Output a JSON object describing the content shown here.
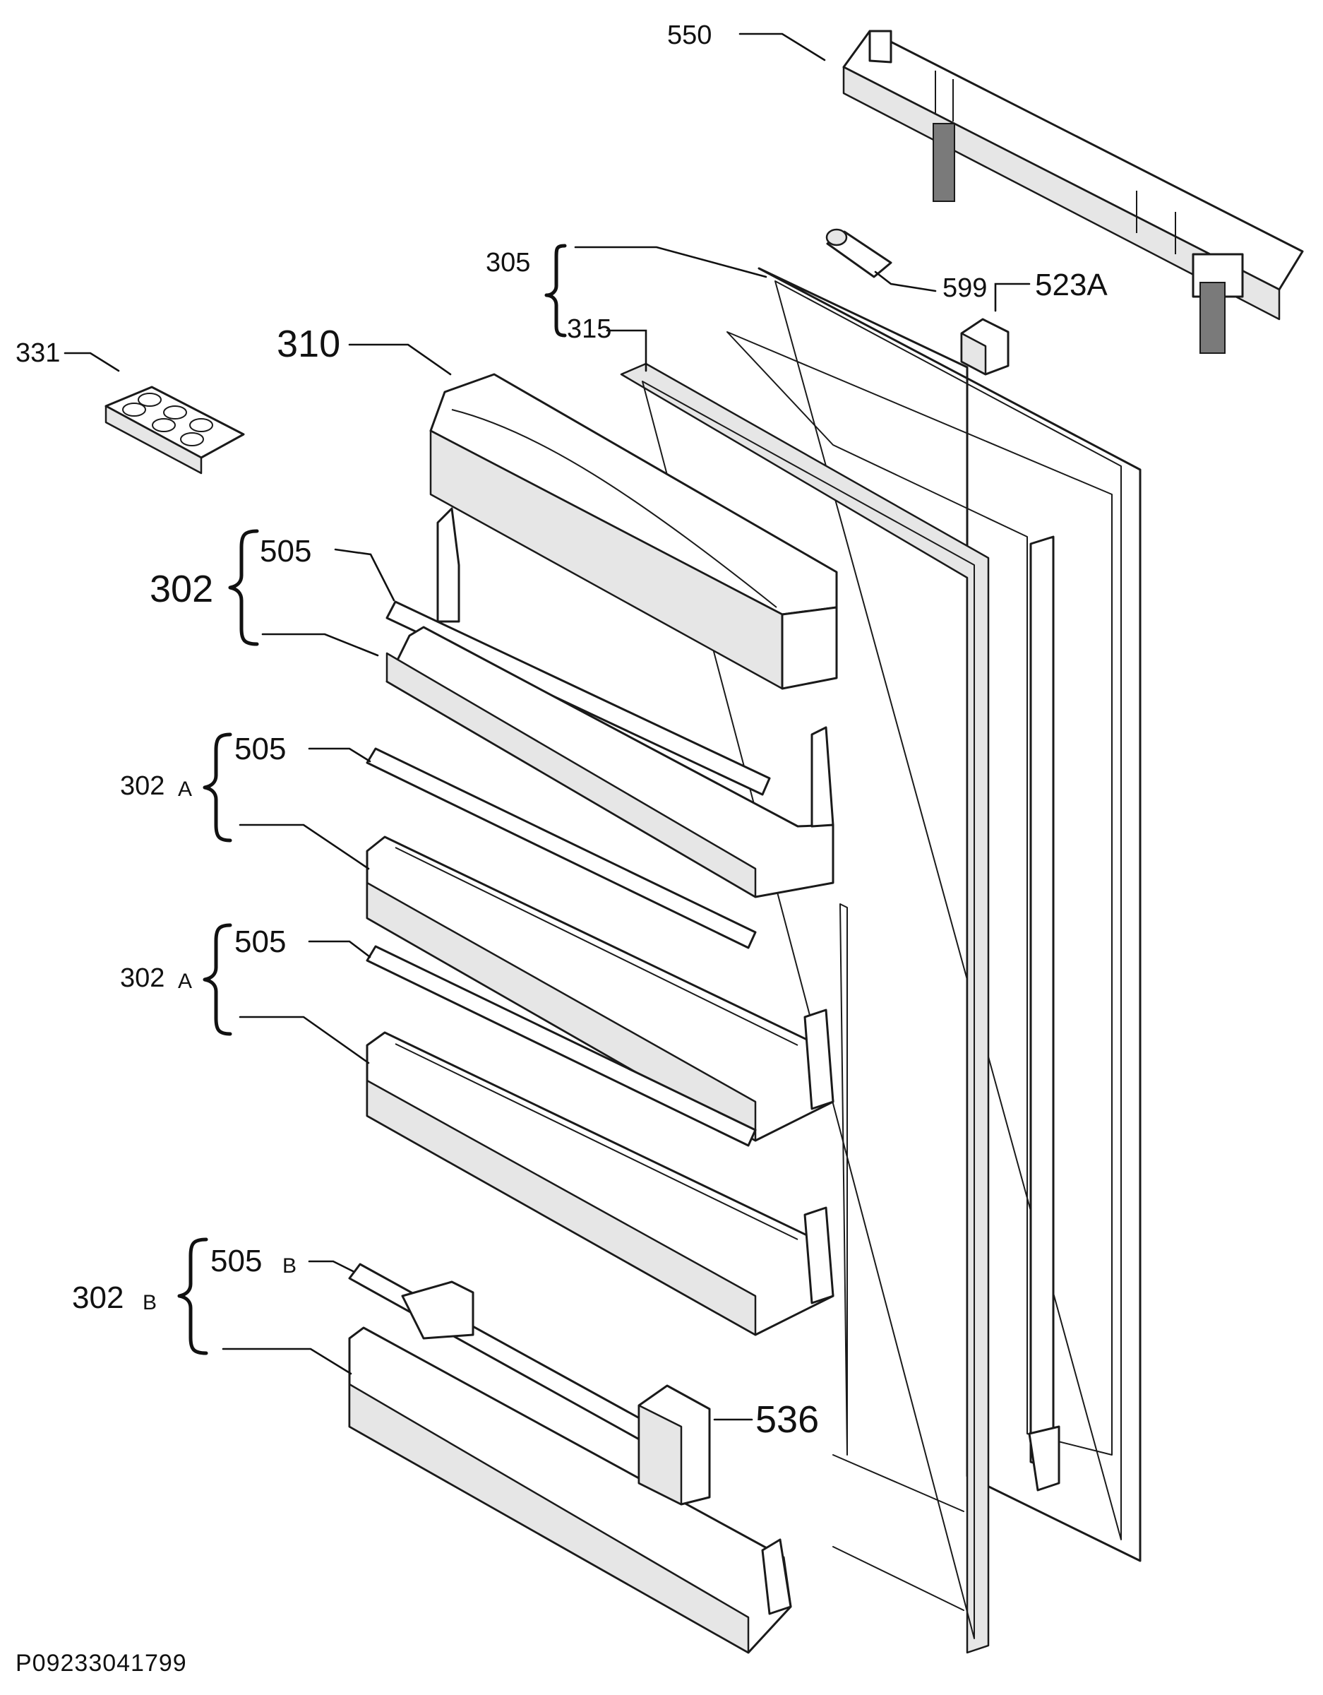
{
  "diagram": {
    "reference_code": "P09233041799",
    "callouts": {
      "c550": "550",
      "c599": "599",
      "c523A": "523A",
      "c305": "305",
      "c315": "315",
      "c310": "310",
      "c331": "331",
      "c302": "302",
      "c302_505": "505",
      "c302A_1": "302",
      "c302A_1_sub": "A",
      "c302A_1_505": "505",
      "c302A_2": "302",
      "c302A_2_sub": "A",
      "c302A_2_505": "505",
      "c302B": "302",
      "c302B_sub": "B",
      "c505B": "505",
      "c505B_sub": "B",
      "c536": "536"
    }
  }
}
